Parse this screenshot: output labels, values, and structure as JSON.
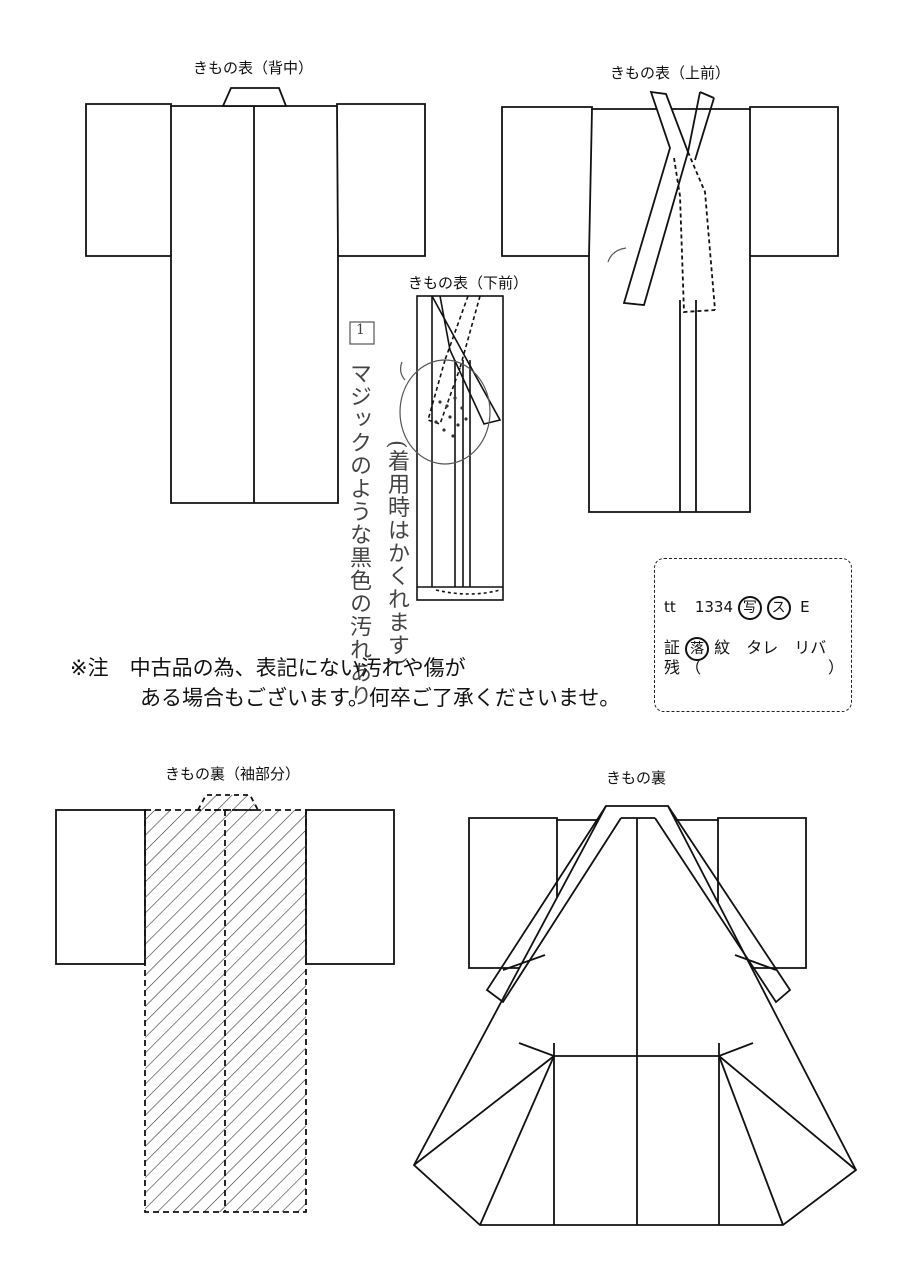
{
  "labels": {
    "back": "きもの表（背中）",
    "front_upper": "きもの表（上前）",
    "front_lower": "きもの表（下前）",
    "lining_sleeve": "きもの裏（袖部分）",
    "lining": "きもの裏"
  },
  "note": {
    "line1": "※注　中古品の為、表記にない汚れや傷が",
    "line2": "ある場合もございます。何卒ご了承くださいませ。"
  },
  "handwritten": {
    "marker": "1",
    "stain_note": "マジックのような黒色の汚れあり",
    "hidden_note": "(着用時はかくれます)"
  },
  "code_box": {
    "prefix": "tt",
    "number": "1334",
    "circled_a": "写",
    "circled_b": "ス",
    "grade": "E",
    "row2_label": "証",
    "row2_circled": "落",
    "row2_items": "紋　タレ　リバ",
    "row3_label": "残",
    "row3_open": "（",
    "row3_close": "）"
  },
  "colors": {
    "line": "#111111",
    "hand": "#444444"
  }
}
